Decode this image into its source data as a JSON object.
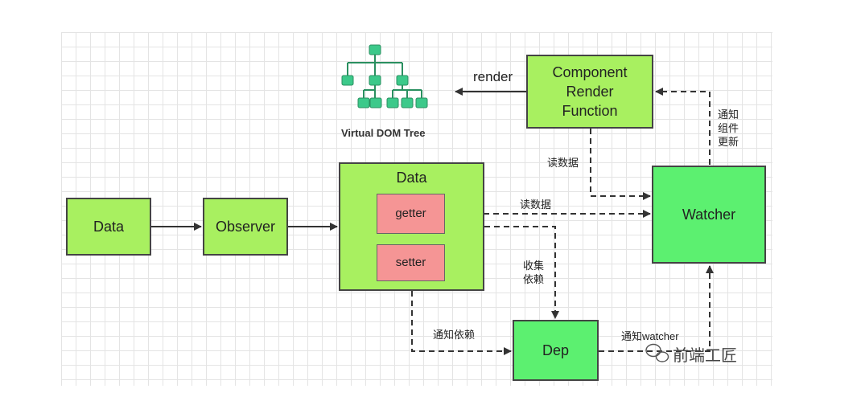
{
  "nodes": {
    "data_left": "Data",
    "observer": "Observer",
    "data_center": "Data",
    "getter": "getter",
    "setter": "setter",
    "component": [
      "Component",
      "Render",
      "Function"
    ],
    "watcher": "Watcher",
    "dep": "Dep",
    "vdom_caption": "Virtual DOM Tree"
  },
  "edges": {
    "render": "render",
    "read_data_1": "读数据",
    "read_data_2": "读数据",
    "collect_deps": [
      "收集",
      "依赖"
    ],
    "notify_deps": "通知依赖",
    "notify_watcher": "通知watcher",
    "notify_update": [
      "通知",
      "组件",
      "更新"
    ]
  },
  "watermark": "前端工匠",
  "colors": {
    "box_green": "#a8f060",
    "box_bright_green": "#5cf070",
    "box_red": "#f59595",
    "tree_green": "#3cc98a"
  }
}
